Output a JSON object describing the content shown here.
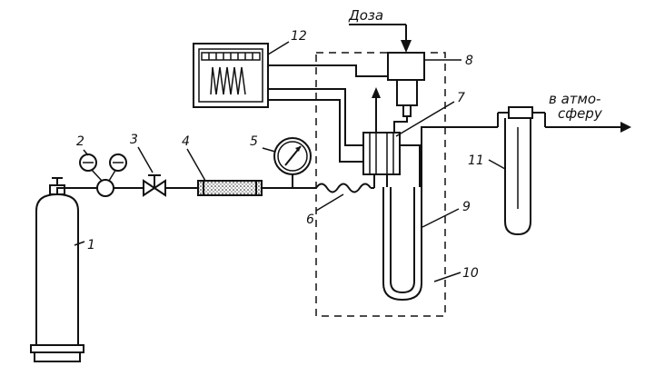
{
  "labels": {
    "n1": "1",
    "n2": "2",
    "n3": "3",
    "n4": "4",
    "n5": "5",
    "n6": "6",
    "n7": "7",
    "n8": "8",
    "n9": "9",
    "n10": "10",
    "n11": "11",
    "n12": "12"
  },
  "texts": {
    "dose": "Доза",
    "outlet_line1": "в атмо-",
    "outlet_line2": "сферу"
  },
  "colors": {
    "ink": "#111111",
    "background": "#ffffff"
  }
}
